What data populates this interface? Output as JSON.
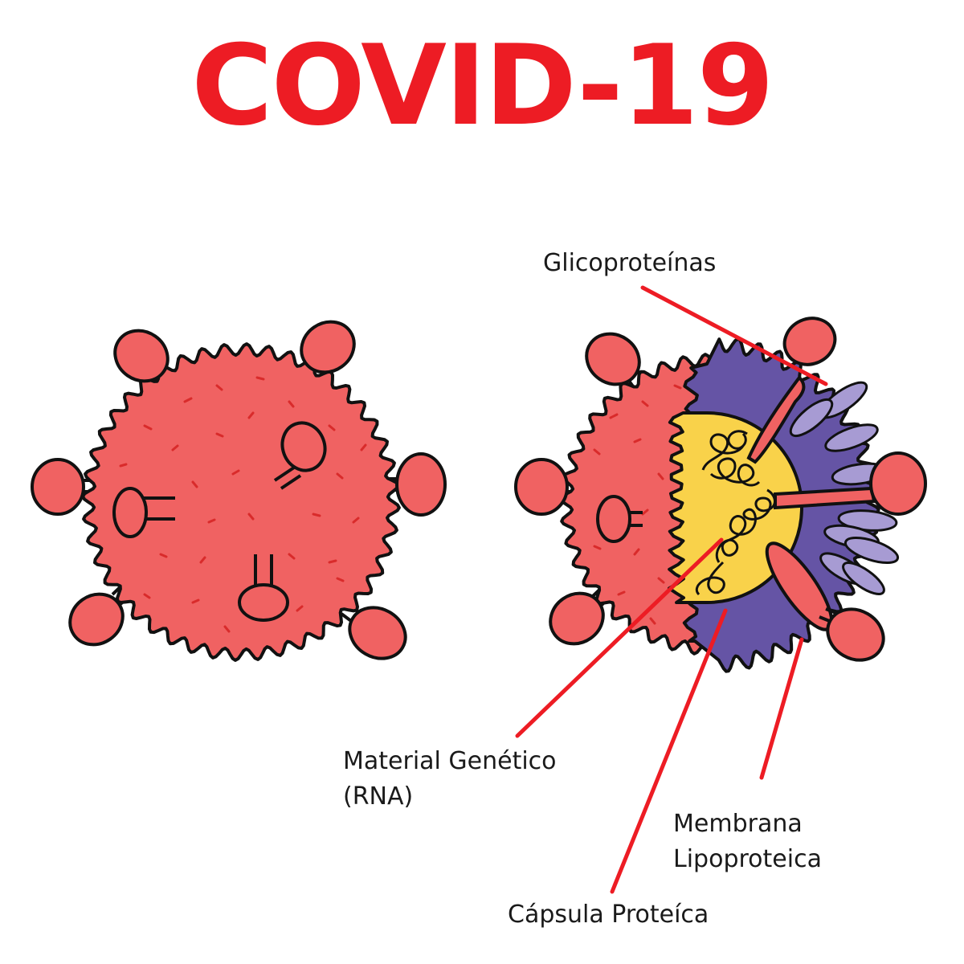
{
  "title": "COVID-19",
  "labels": {
    "glycoproteins": "Glicoproteínas",
    "genetic_material_line1": "Material Genético",
    "genetic_material_line2": "(RNA)",
    "membrane_line1": "Membrana",
    "membrane_line2": "Lipoproteica",
    "capsule": "Cápsula Proteíca"
  },
  "colors": {
    "title": "#ed1c24",
    "virus_body": "#f06262",
    "virus_speckle": "#d92b2b",
    "membrane": "#6554a5",
    "spike_inner": "#a79bd3",
    "capsid": "#f9d24a",
    "leader_line": "#ed1c24",
    "outline": "#111111"
  }
}
